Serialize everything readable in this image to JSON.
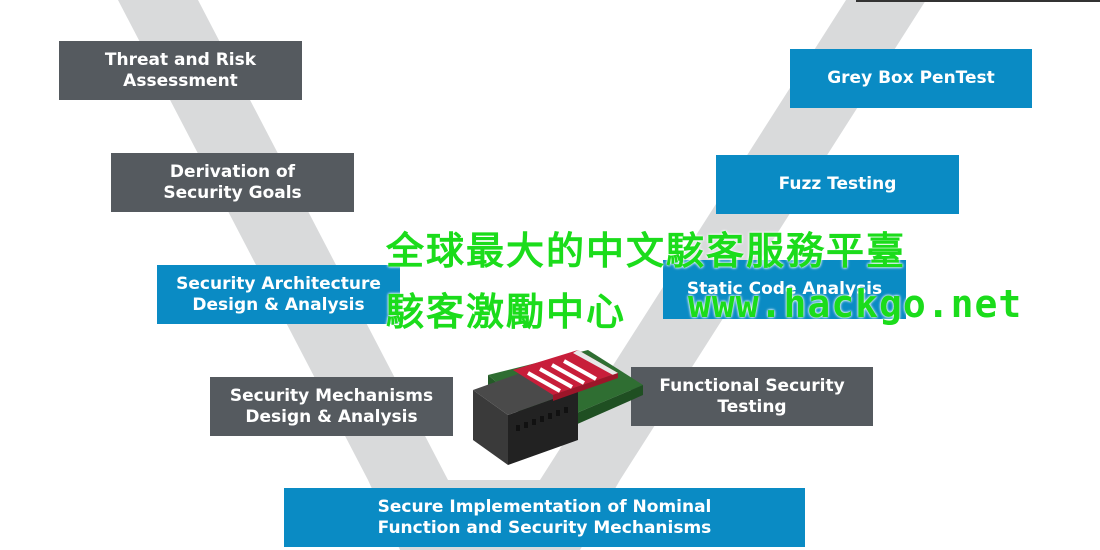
{
  "boxes": {
    "threat": "Threat and Risk\nAssessment",
    "derivation": "Derivation of\nSecurity Goals",
    "architecture": "Security Architecture\nDesign & Analysis",
    "mechanisms": "Security Mechanisms\nDesign & Analysis",
    "implementation": "Secure Implementation of Nominal\nFunction and Security Mechanisms",
    "functional": "Functional Security\nTesting",
    "static": "Static Code Analysis",
    "fuzz": "Fuzz Testing",
    "greybox": "Grey Box PenTest"
  },
  "watermark": {
    "line1": "全球最大的中文駭客服務平臺",
    "line2": "駭客激勵中心",
    "url": "www.hackgo.net"
  },
  "colors": {
    "gray_box": "#555a5f",
    "blue_box": "#0a8bc4",
    "v_shape": "#d9dadb",
    "watermark": "#1bdc1b"
  }
}
